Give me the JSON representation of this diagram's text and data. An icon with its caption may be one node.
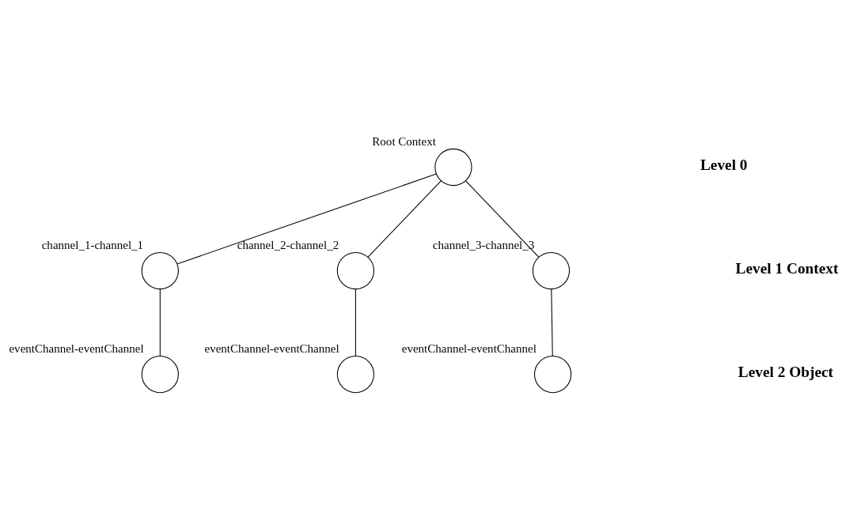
{
  "diagram": {
    "nodes": [
      {
        "text": [
          "Root Context"
        ]
      },
      {
        "text": [
          "channel_1-channel_1"
        ]
      },
      {
        "text": [
          "channel_2-channel_2"
        ]
      },
      {
        "text": [
          "channel_3-channel_3"
        ]
      },
      {
        "text": [
          "eventChannel-eventChannel"
        ]
      },
      {
        "text": [
          "eventChannel-eventChannel"
        ]
      },
      {
        "text": [
          "eventChannel-eventChannel"
        ]
      }
    ],
    "edges": [
      {
        "from": 0,
        "to": 1,
        "arrow": "none"
      },
      {
        "from": 0,
        "to": 2,
        "arrow": "none"
      },
      {
        "from": 0,
        "to": 3,
        "arrow": "none"
      },
      {
        "from": 1,
        "to": 4,
        "arrow": "none"
      },
      {
        "from": 2,
        "to": 5,
        "arrow": "none"
      },
      {
        "from": 3,
        "to": 6,
        "arrow": "none"
      }
    ],
    "labels": [
      "Level 0",
      "Level 1 Context",
      "Level 2 Object"
    ]
  }
}
